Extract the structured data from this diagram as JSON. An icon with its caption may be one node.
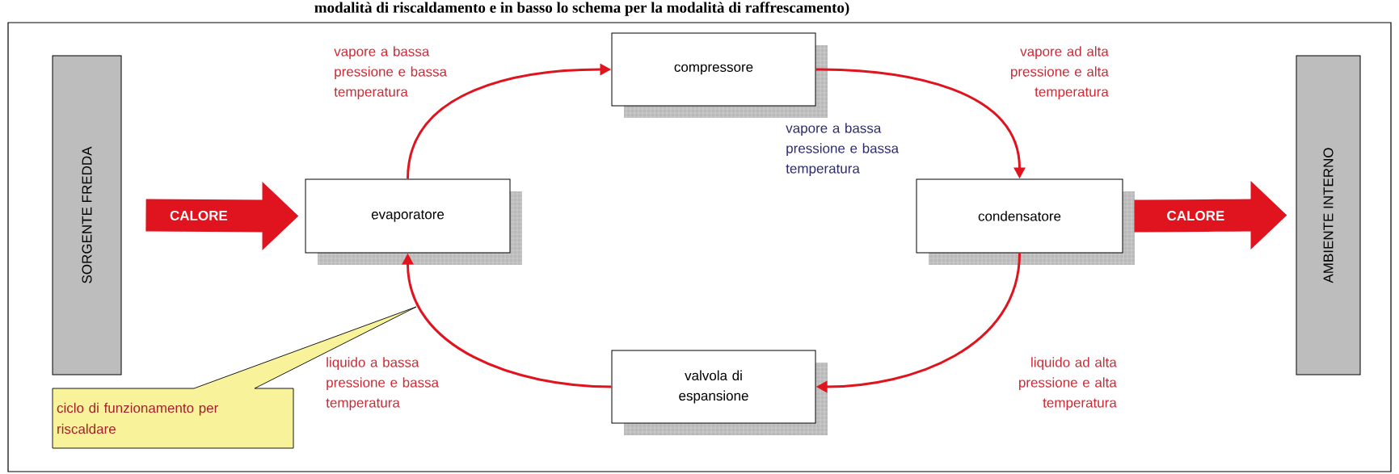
{
  "diagram": {
    "title": "modalità di riscaldamento e in basso lo schema per la modalità di raffrescamento)",
    "nodes": [
      {
        "text": [
          "SORGENTE FREDDA"
        ]
      },
      {
        "text": [
          "evaporatore"
        ]
      },
      {
        "text": [
          "compressore"
        ]
      },
      {
        "text": [
          "condensatore"
        ]
      },
      {
        "text": [
          "AMBIENTE INTERNO"
        ]
      },
      {
        "text": [
          "valvola di espansione"
        ]
      },
      {
        "text": [
          "ciclo di funzionamento per riscaldare"
        ]
      }
    ],
    "edges": [
      {
        "from": 0,
        "to": 1,
        "arrow": "to",
        "label": "CALORE",
        "style": "thick"
      },
      {
        "from": 1,
        "to": 2,
        "arrow": "to"
      },
      {
        "from": 2,
        "to": 3,
        "arrow": "to"
      },
      {
        "from": 3,
        "to": 5,
        "arrow": "to"
      },
      {
        "from": 5,
        "to": 1,
        "arrow": "to"
      },
      {
        "from": 3,
        "to": 4,
        "arrow": "to",
        "label": "CALORE",
        "style": "thick"
      }
    ],
    "labels": [
      "vapore a bassa pressione e bassa temperatura",
      "vapore ad alta pressione e alta temperatura",
      "vapore a bassa pressione e bassa temperatura",
      "liquido a bassa pressione e bassa temperatura",
      "liquido ad alta pressione e alta temperatura"
    ]
  }
}
